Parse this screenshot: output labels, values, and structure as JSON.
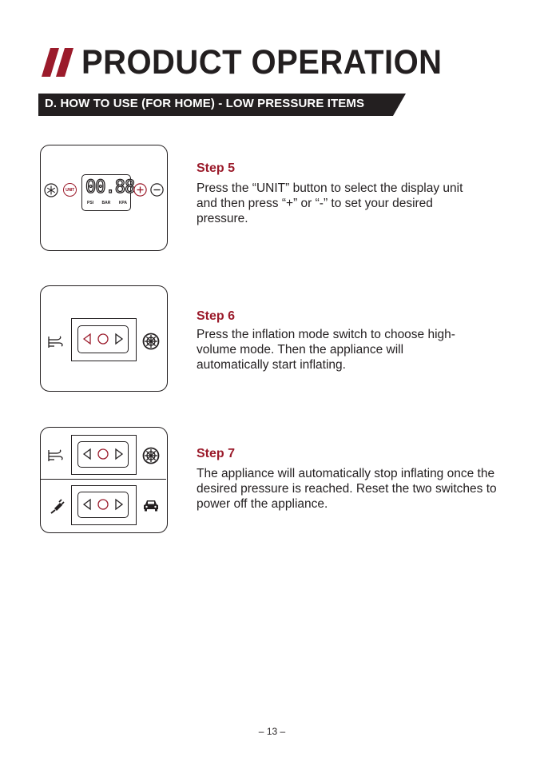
{
  "header": {
    "title": "PRODUCT OPERATION",
    "section_banner": "D. HOW TO USE (FOR HOME) - LOW PRESSURE ITEMS"
  },
  "colors": {
    "accent": "#9b1b2b",
    "text": "#231f20",
    "banner_bg": "#231f20"
  },
  "display_panel": {
    "digits": "00.88",
    "unit_button_label": "UNIT",
    "units": [
      "PSI",
      "BAR",
      "KPA"
    ],
    "icons": [
      "snowflake-icon",
      "unit-button-icon",
      "plus-icon",
      "minus-icon"
    ]
  },
  "steps": [
    {
      "title": "Step 5",
      "text": "Press the “UNIT” button to select the display unit and then press “+” or “-” to set your desired pressure."
    },
    {
      "title": "Step 6",
      "text": "Press the inflation mode switch to choose high-volume mode. Then the appliance will automatically start inflating."
    },
    {
      "title": "Step 7",
      "text": "The appliance will automatically stop inflating once the desired pressure is reached. Reset the two switches to power off the appliance."
    }
  ],
  "footer": {
    "page_number": "13"
  }
}
